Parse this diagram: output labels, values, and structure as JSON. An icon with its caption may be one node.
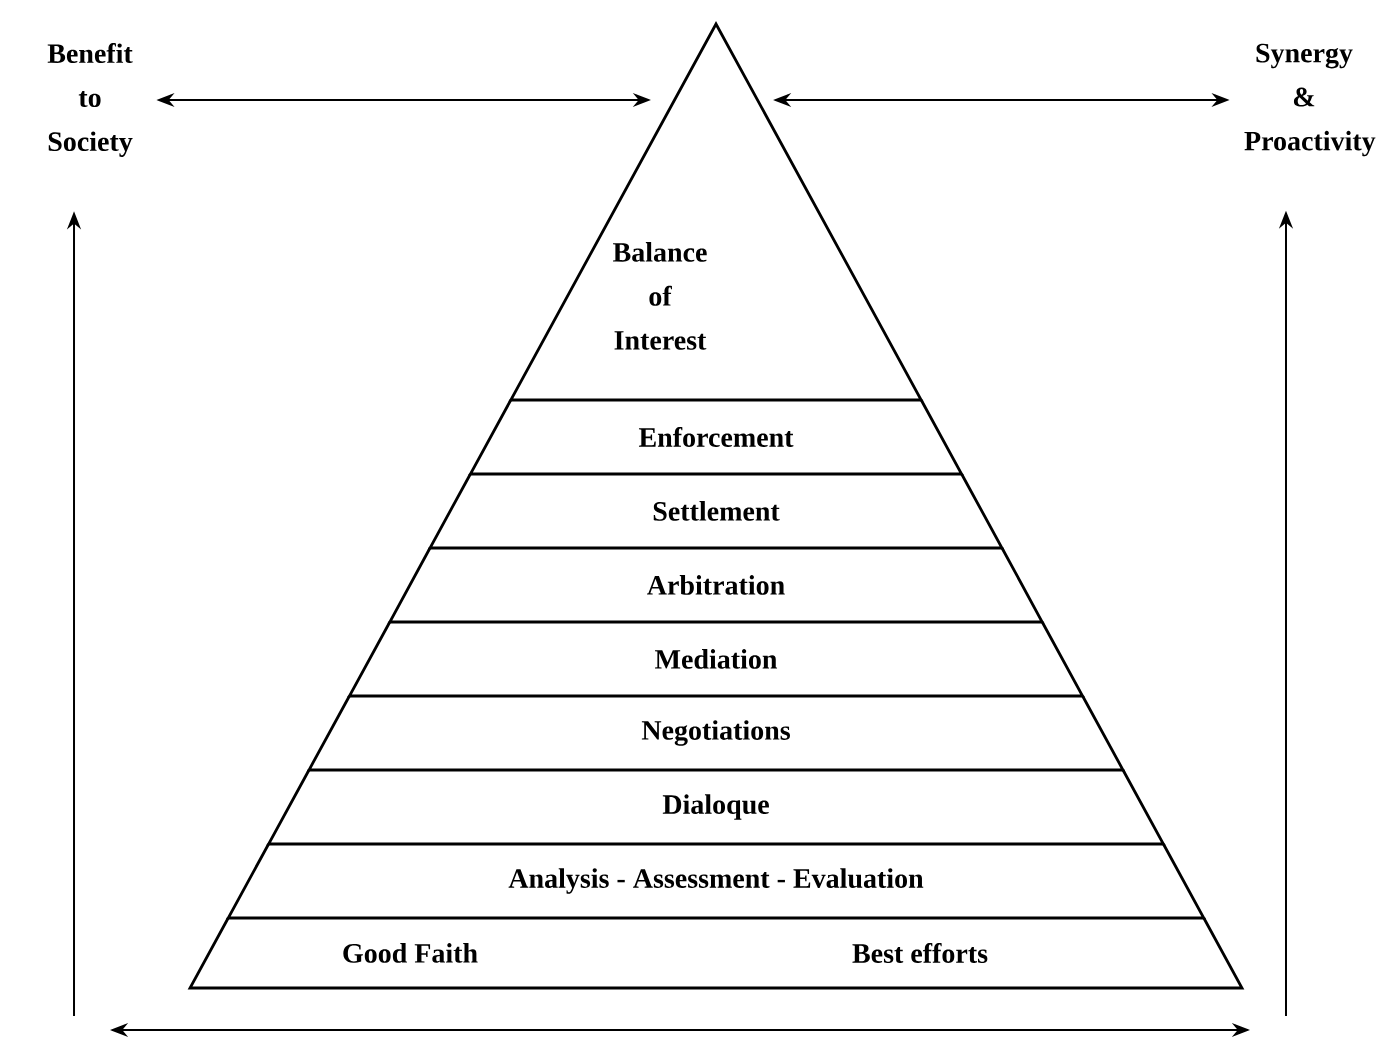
{
  "diagram": {
    "nodes": [
      {
        "text": [
          "Balance of Interest"
        ]
      },
      {
        "text": [
          "Enforcement"
        ]
      },
      {
        "text": [
          "Settlement"
        ]
      },
      {
        "text": [
          "Arbitration"
        ]
      },
      {
        "text": [
          "Mediation"
        ]
      },
      {
        "text": [
          "Negotiations"
        ]
      },
      {
        "text": [
          "Dialoque"
        ]
      },
      {
        "text": [
          "Analysis - Assessment - Evaluation"
        ]
      },
      {
        "text": [
          "Good Faith",
          "Best efforts"
        ]
      },
      {
        "text": [
          "Benefit to Society"
        ]
      },
      {
        "text": [
          "Synergy & Proactivity"
        ]
      }
    ],
    "edges": [
      {
        "from": 9,
        "to": 0,
        "arrow": "both"
      },
      {
        "from": 0,
        "to": 10,
        "arrow": "both"
      },
      {
        "from": null,
        "to": 9,
        "arrow": "to"
      },
      {
        "from": null,
        "to": 10,
        "arrow": "to"
      }
    ]
  }
}
